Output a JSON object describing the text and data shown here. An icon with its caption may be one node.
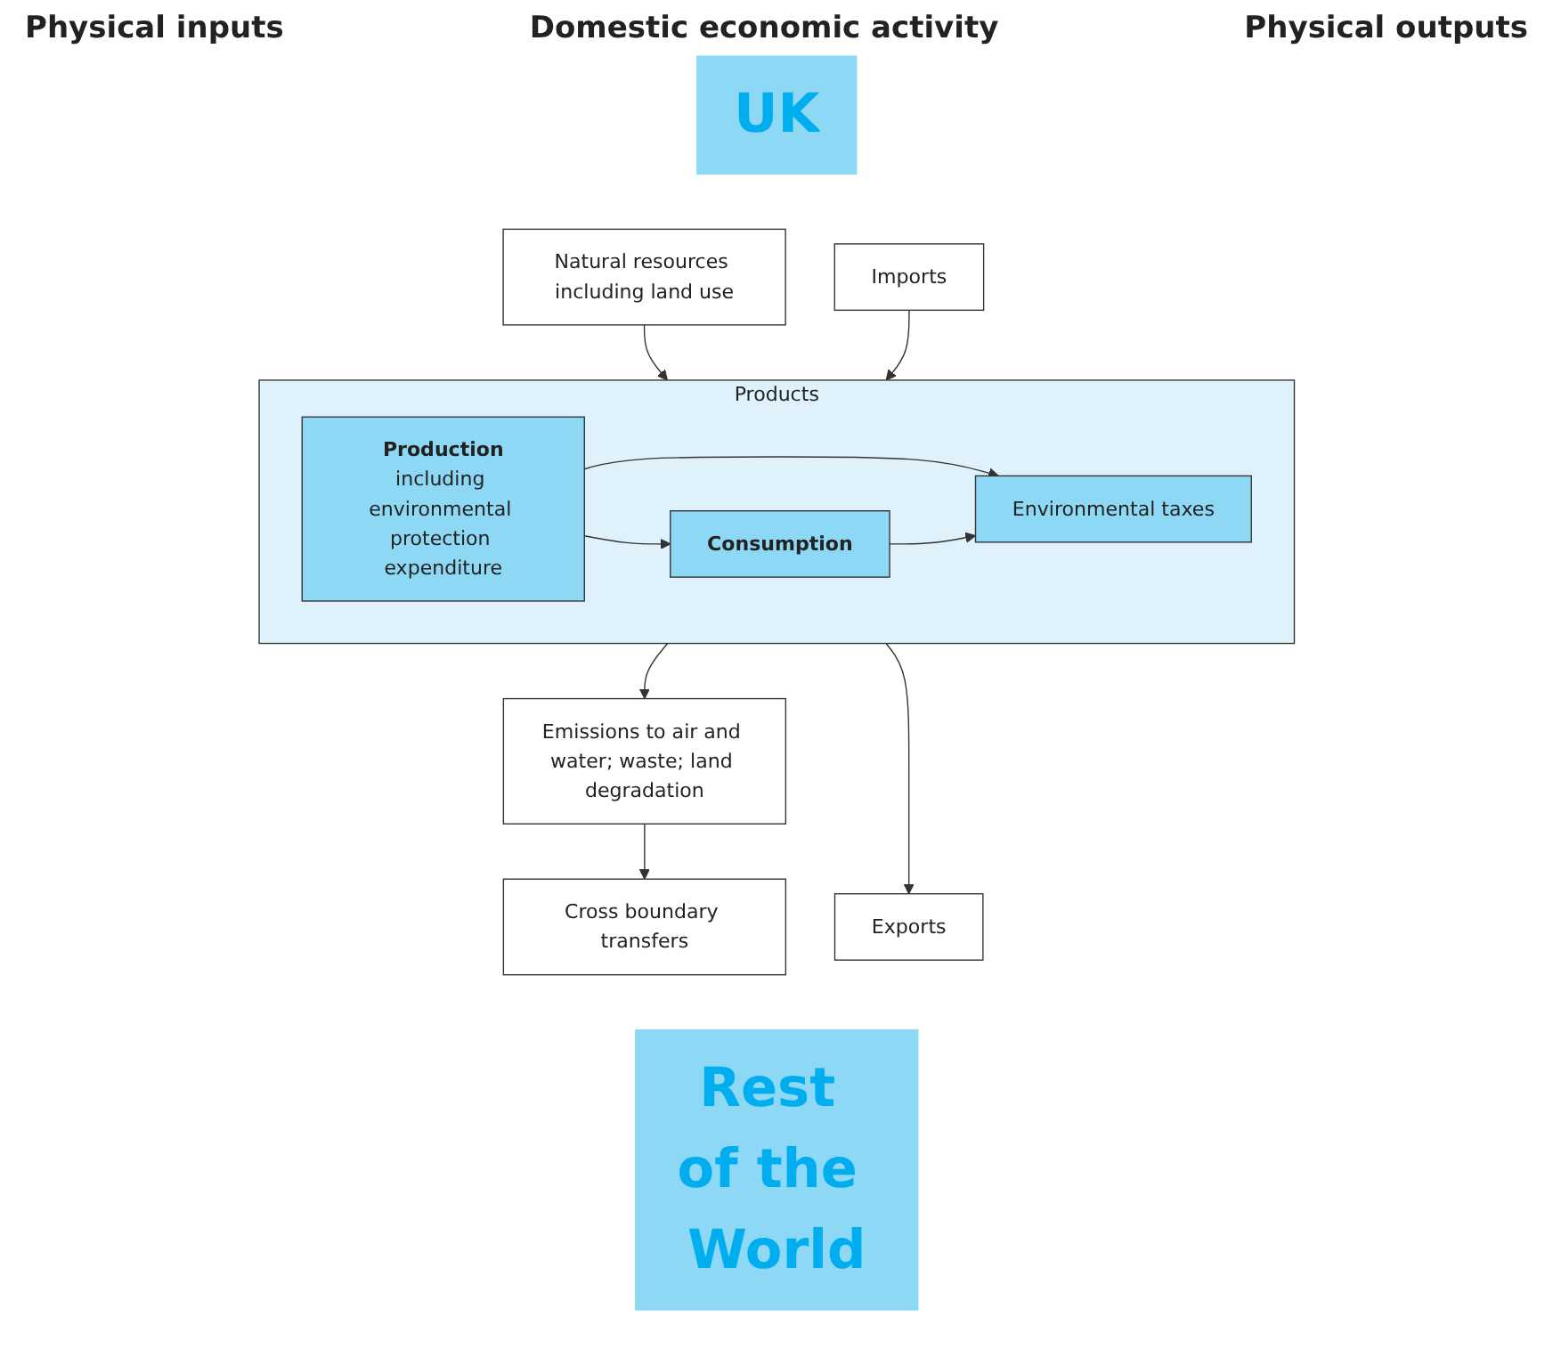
{
  "diagram": {
    "nodes": [
      {
        "text": [
          "UK"
        ]
      },
      {
        "text": [
          "Natural resources including land use"
        ]
      },
      {
        "text": [
          "Products"
        ]
      },
      {
        "text": [
          "Environmental taxes"
        ],
        "in": 2
      },
      {
        "text": [
          "Production",
          "including environmental protection expenditure"
        ],
        "in": 2
      },
      {
        "text": [
          "Consumption"
        ],
        "in": 2
      },
      {
        "text": [
          "Emissions to air and water; waste; land degradation"
        ]
      },
      {
        "text": [
          "Cross boundary transfers"
        ]
      },
      {
        "text": [
          "Imports"
        ]
      },
      {
        "text": [
          "Exports"
        ]
      },
      {
        "text": [
          "Rest of the World"
        ]
      }
    ],
    "edges": [
      {
        "from": 1,
        "to": 2,
        "arrow": "to"
      },
      {
        "from": 4,
        "to": 3,
        "arrow": "to"
      },
      {
        "from": 5,
        "to": 3,
        "arrow": "to"
      },
      {
        "from": 4,
        "to": 5,
        "arrow": "to"
      },
      {
        "from": 8,
        "to": 2,
        "arrow": "to"
      },
      {
        "from": 2,
        "to": 9,
        "arrow": "to"
      },
      {
        "from": 2,
        "to": 6,
        "arrow": "to"
      },
      {
        "from": 6,
        "to": 7,
        "arrow": "to"
      }
    ],
    "labels": [
      "Physical inputs",
      "Domestic economic activity",
      "Physical outputs"
    ]
  }
}
